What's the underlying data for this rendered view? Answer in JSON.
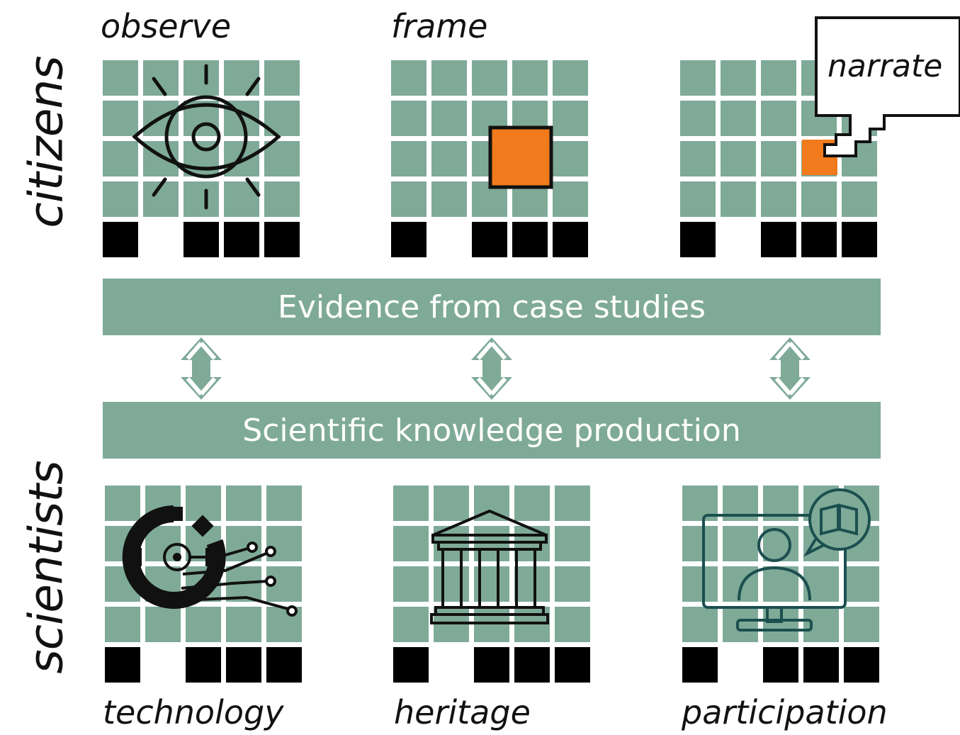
{
  "side_labels": {
    "top": "citizens",
    "bottom": "scientists"
  },
  "top_panels": [
    {
      "title": "observe",
      "icon": "eye-icon"
    },
    {
      "title": "frame",
      "icon": "frame-square-icon"
    },
    {
      "title": "narrate",
      "icon": "speech-bubble-icon"
    }
  ],
  "bands": {
    "evidence": "Evidence from case studies",
    "science": "Scientific knowledge production"
  },
  "bottom_panels": [
    {
      "title": "technology",
      "icon": "gear-circuit-icon"
    },
    {
      "title": "heritage",
      "icon": "temple-icon"
    },
    {
      "title": "participation",
      "icon": "video-call-book-icon"
    }
  ],
  "colors": {
    "grid": "#7faa98",
    "black": "#000000",
    "highlight": "#f07a1c",
    "icon_dark": "#111111",
    "icon_teal": "#1c4f4f"
  }
}
